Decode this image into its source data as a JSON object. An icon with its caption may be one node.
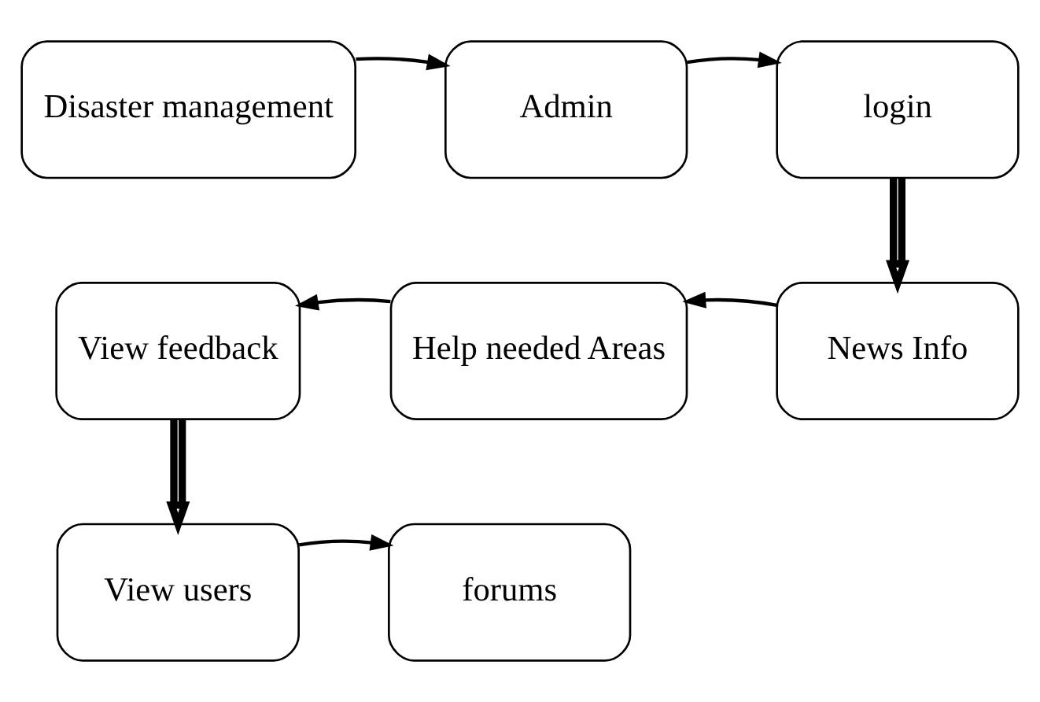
{
  "diagram": {
    "nodes": [
      {
        "text": [
          "Disaster management"
        ]
      },
      {
        "text": [
          "Admin"
        ]
      },
      {
        "text": [
          "login"
        ]
      },
      {
        "text": [
          "News Info"
        ]
      },
      {
        "text": [
          "Help needed Areas"
        ]
      },
      {
        "text": [
          "View feedback"
        ]
      },
      {
        "text": [
          "View users"
        ]
      },
      {
        "text": [
          "forums"
        ]
      }
    ],
    "edges": [
      {
        "from": 0,
        "to": 1,
        "arrow": "to"
      },
      {
        "from": 1,
        "to": 2,
        "arrow": "to"
      },
      {
        "from": 2,
        "to": 3,
        "arrow": "to",
        "style": "thick"
      },
      {
        "from": 3,
        "to": 4,
        "arrow": "to"
      },
      {
        "from": 4,
        "to": 5,
        "arrow": "to"
      },
      {
        "from": 5,
        "to": 6,
        "arrow": "to",
        "style": "thick"
      },
      {
        "from": 6,
        "to": 7,
        "arrow": "to"
      }
    ]
  }
}
